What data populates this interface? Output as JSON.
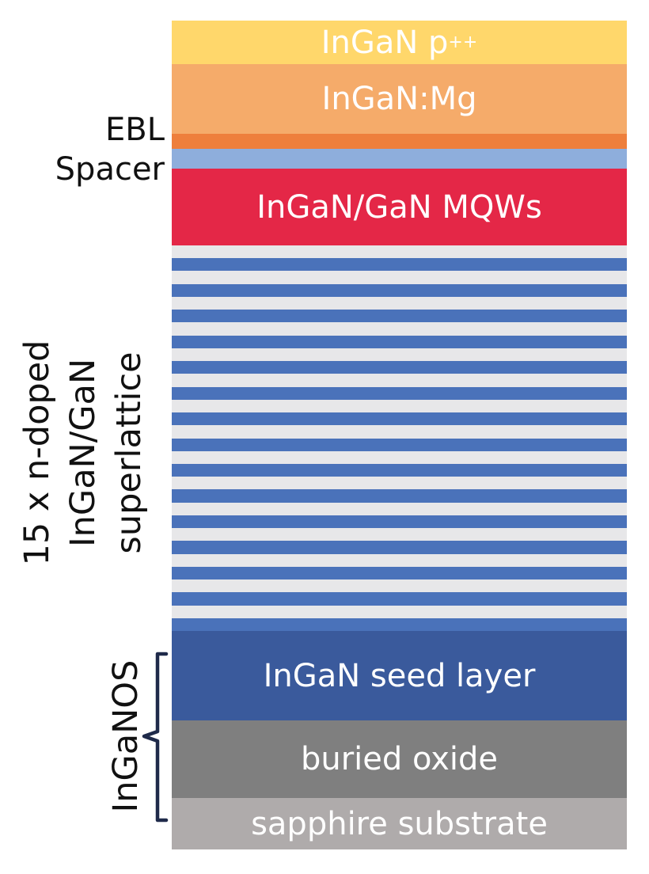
{
  "layers": {
    "p_contact": {
      "label": "InGaN p",
      "superscript": "++",
      "color": "#FFD76B"
    },
    "mg": {
      "label": "InGaN:Mg",
      "color": "#F5AB6A"
    },
    "ebl": {
      "label": "",
      "color": "#EE7F3C"
    },
    "spacer": {
      "label": "",
      "color": "#8EAEDC"
    },
    "mqw": {
      "label": "InGaN/GaN MQWs",
      "color": "#E42747"
    },
    "seed": {
      "label": "InGaN seed layer",
      "color": "#3A5A9C"
    },
    "oxide": {
      "label": "buried oxide",
      "color": "#7F7F7F"
    },
    "substrate": {
      "label": "sapphire substrate",
      "color": "#AFABAB"
    }
  },
  "superlattice": {
    "periods": 15,
    "light_color": "#E7E7E9",
    "dark_color": "#4A72BA"
  },
  "labels": {
    "ebl": "EBL",
    "spacer": "Spacer",
    "superlattice_line1": "15 x n-doped",
    "superlattice_line2": "InGaN/GaN",
    "superlattice_line3": "superlattice",
    "ingaNOS": "InGaNOS"
  },
  "bracket_color": "#1F2A4A"
}
